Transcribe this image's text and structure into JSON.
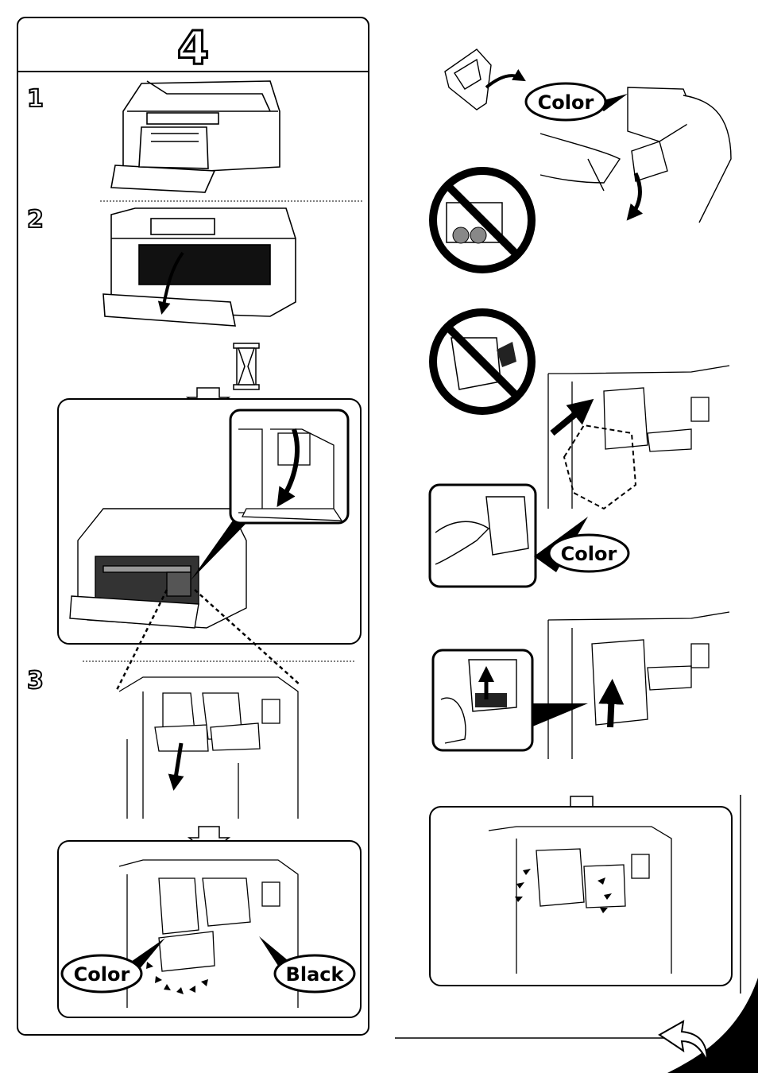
{
  "step": {
    "number": "4",
    "substeps": [
      "1",
      "2",
      "3"
    ]
  },
  "labels": {
    "color": "Color",
    "black": "Black"
  },
  "icons": [
    "hourglass-icon",
    "prohibited-touch-contacts-icon",
    "prohibited-touch-nozzles-icon",
    "curved-arrow-next-page-icon"
  ]
}
